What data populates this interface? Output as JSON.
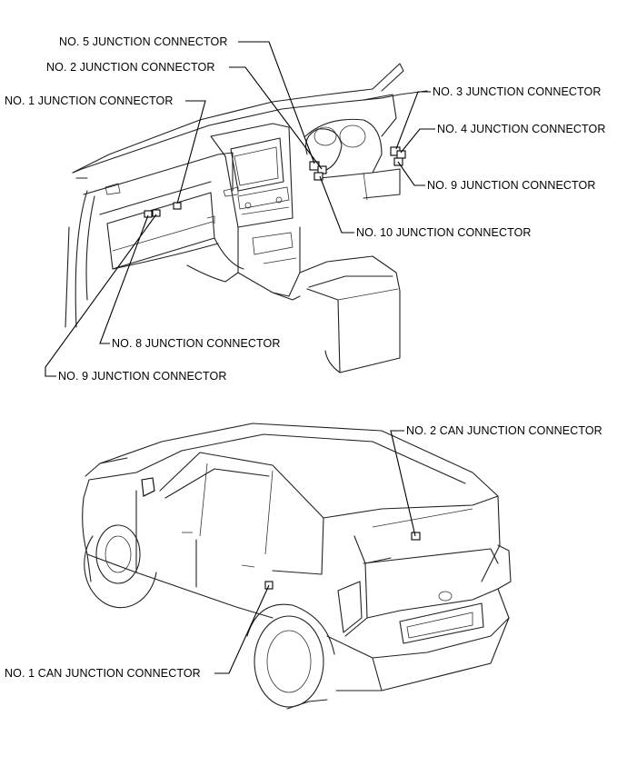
{
  "callouts": {
    "no5_junction": "NO. 5 JUNCTION CONNECTOR",
    "no2_junction": "NO. 2 JUNCTION CONNECTOR",
    "no1_junction": "NO. 1 JUNCTION CONNECTOR",
    "no3_junction": "NO. 3 JUNCTION CONNECTOR",
    "no4_junction": "NO. 4 JUNCTION CONNECTOR",
    "no9_junction_right": "NO. 9 JUNCTION CONNECTOR",
    "no10_junction": "NO. 10 JUNCTION CONNECTOR",
    "no8_junction": "NO. 8 JUNCTION CONNECTOR",
    "no9_junction_left": "NO. 9 JUNCTION CONNECTOR",
    "no2_can_junction": "NO. 2 CAN JUNCTION CONNECTOR",
    "no1_can_junction": "NO. 1 CAN JUNCTION CONNECTOR"
  }
}
